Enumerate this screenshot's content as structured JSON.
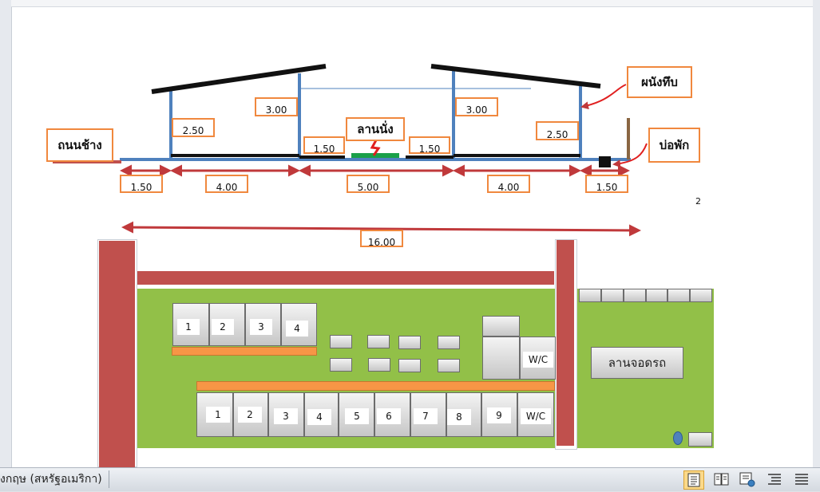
{
  "diagram": {
    "labels": {
      "road": "ถนนช้าง",
      "wall": "ผนังทึบ",
      "court": "ลานนั่ง",
      "well": "บ่อพัก",
      "parking": "ลานจอดรถ"
    },
    "heights": {
      "left_low": "2.50",
      "left_high": "3.00",
      "right_high": "3.00",
      "right_low": "2.50"
    },
    "inner_widths": {
      "left": "1.50",
      "right": "1.50"
    },
    "dimensions": [
      "1.50",
      "4.00",
      "5.00",
      "4.00",
      "1.50"
    ],
    "total": "16.00",
    "note": "2",
    "upper_units": [
      "1",
      "2",
      "3",
      "4"
    ],
    "lower_units": [
      "1",
      "2",
      "3",
      "4",
      "5",
      "6",
      "7",
      "8",
      "9",
      "W/C"
    ],
    "wc_label": "W/C"
  },
  "colors": {
    "dim_arrow": "#c0393b",
    "box_border": "#f0883e",
    "green": "#92c048",
    "brick": "#c0504d",
    "column": "#4f81bd"
  },
  "statusbar": {
    "language": "ังกฤษ (สหรัฐอเมริกา)"
  }
}
